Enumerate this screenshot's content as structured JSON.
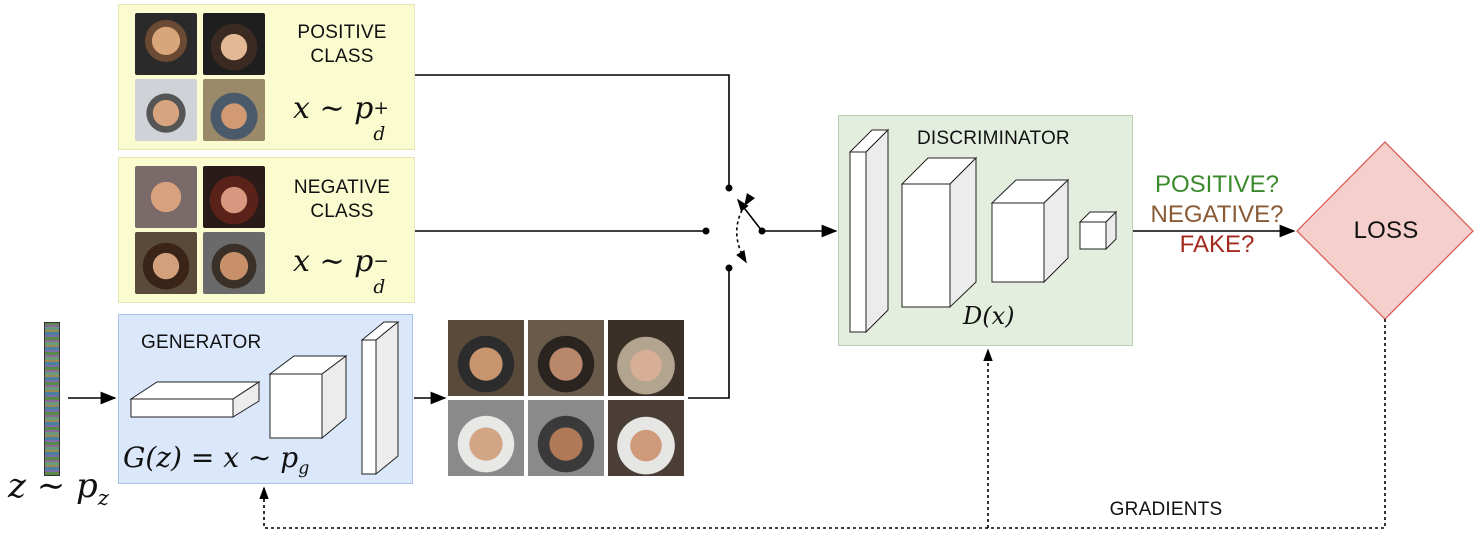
{
  "positive": {
    "title_line1": "POSITIVE",
    "title_line2": "CLASS",
    "formula_base": "x ∼ p",
    "formula_sub": "d",
    "formula_sup": "+"
  },
  "negative": {
    "title_line1": "NEGATIVE",
    "title_line2": "CLASS",
    "formula_base": "x ∼ p",
    "formula_sub": "d",
    "formula_sup": "−"
  },
  "generator": {
    "title": "GENERATOR",
    "formula": "G(z) = x ∼ p",
    "formula_sub": "g"
  },
  "noise": {
    "formula": "z ∼ p",
    "formula_sub": "z"
  },
  "discriminator": {
    "title": "DISCRIMINATOR",
    "formula": "D(x)"
  },
  "outputs": [
    {
      "text": "POSITIVE?",
      "color": "#3a8a2c"
    },
    {
      "text": "NEGATIVE?",
      "color": "#8a5a34"
    },
    {
      "text": "FAKE?",
      "color": "#a32a1c"
    }
  ],
  "loss": {
    "text": "LOSS",
    "fill": "#f5cfcb",
    "stroke": "#d9534f"
  },
  "gradients": {
    "text": "GRADIENTS"
  },
  "colors": {
    "positive_bg": "#fbfbd0",
    "generator_bg": "#dbe8fb",
    "discriminator_bg": "#e4eedf"
  }
}
